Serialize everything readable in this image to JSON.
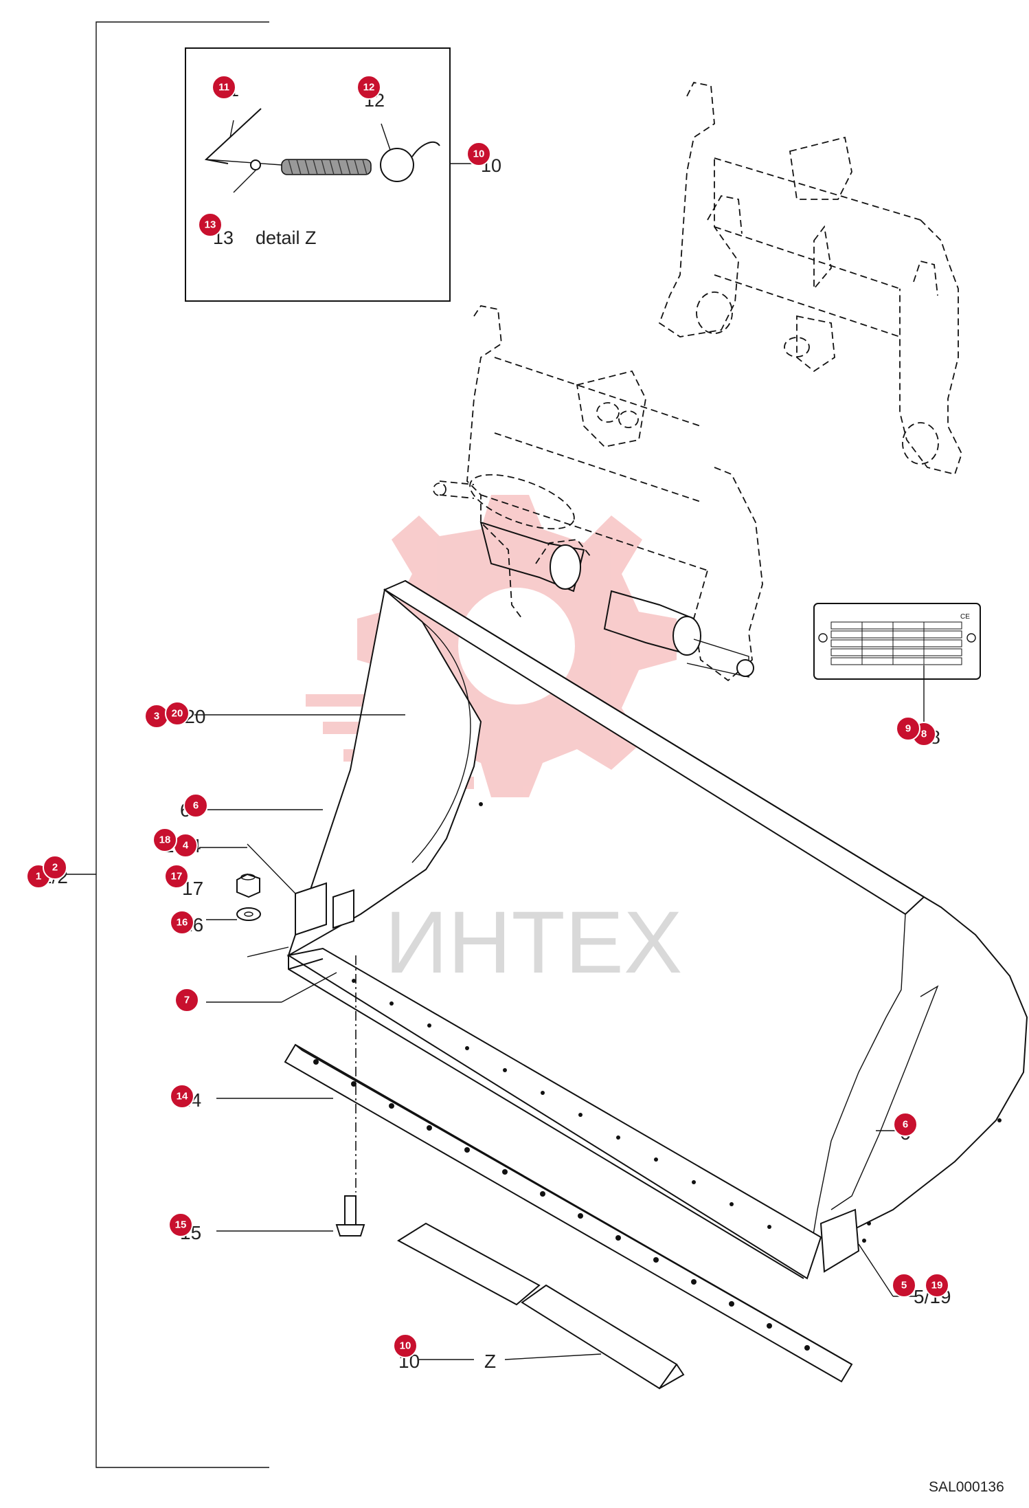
{
  "watermark": {
    "text": "ИНТЕХ",
    "color": "#f2a3a3"
  },
  "detail_label": "detail Z",
  "view_label": "Z",
  "drawing_code": "SAL000136",
  "nameplate": {
    "mark": "CE"
  },
  "marker_color": "#c8102e",
  "markers": [
    {
      "id": "m1",
      "label": "1"
    },
    {
      "id": "m2",
      "label": "2"
    },
    {
      "id": "m3",
      "label": "3"
    },
    {
      "id": "m4",
      "label": "4"
    },
    {
      "id": "m5",
      "label": "5"
    },
    {
      "id": "m6a",
      "label": "6"
    },
    {
      "id": "m6b",
      "label": "6"
    },
    {
      "id": "m7",
      "label": "7"
    },
    {
      "id": "m8",
      "label": "8"
    },
    {
      "id": "m9",
      "label": "9"
    },
    {
      "id": "m10a",
      "label": "10"
    },
    {
      "id": "m10b",
      "label": "10"
    },
    {
      "id": "m11",
      "label": "11"
    },
    {
      "id": "m12",
      "label": "12"
    },
    {
      "id": "m13",
      "label": "13"
    },
    {
      "id": "m14",
      "label": "14"
    },
    {
      "id": "m15",
      "label": "15"
    },
    {
      "id": "m16",
      "label": "16"
    },
    {
      "id": "m17",
      "label": "17"
    },
    {
      "id": "m18",
      "label": "18"
    },
    {
      "id": "m19",
      "label": "19"
    },
    {
      "id": "m20",
      "label": "20"
    }
  ]
}
